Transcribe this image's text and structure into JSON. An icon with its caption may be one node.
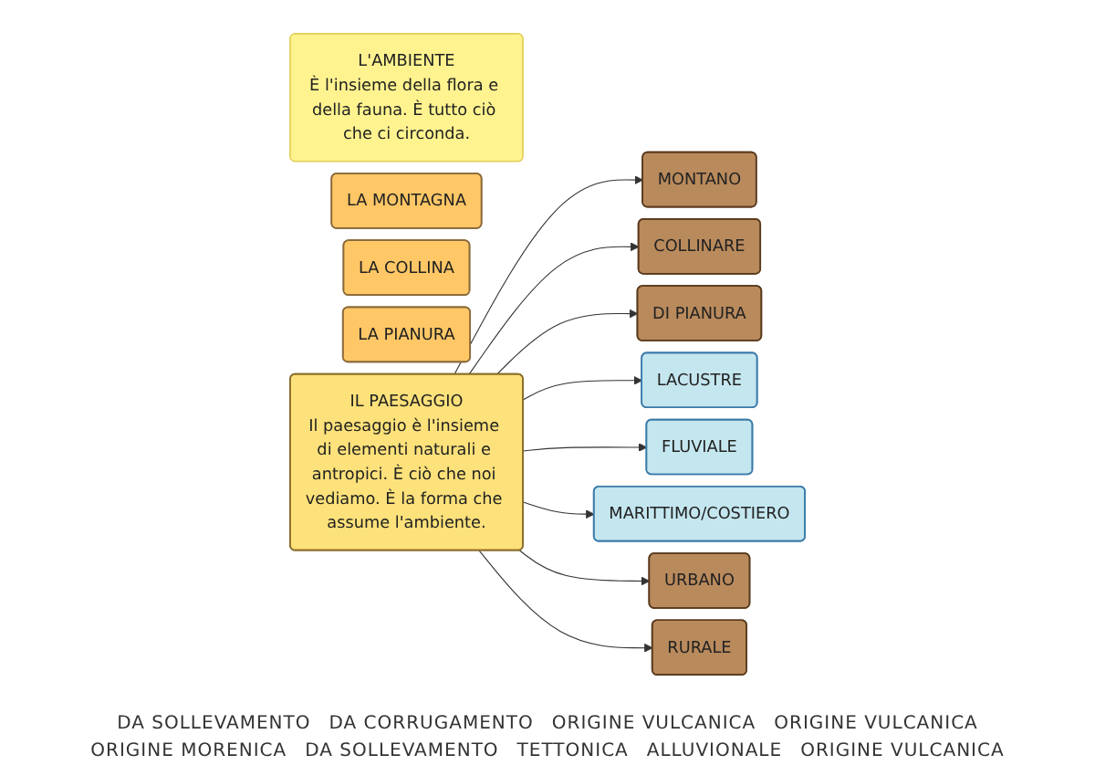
{
  "diagram": {
    "nodes": [
      {
        "text": [
          "IL PAESAGGIO",
          "Il paesaggio è l'insieme di elementi naturali e antropici. È ciò che noi vediamo. È la forma che assume l'ambiente."
        ]
      },
      {
        "text": [
          "MONTANO"
        ]
      },
      {
        "text": [
          "COLLINARE"
        ]
      },
      {
        "text": [
          "DI PIANURA"
        ]
      },
      {
        "text": [
          "LACUSTRE"
        ]
      },
      {
        "text": [
          "FLUVIALE"
        ]
      },
      {
        "text": [
          "MARITTIMO/COSTIERO"
        ]
      },
      {
        "text": [
          "URBANO"
        ]
      },
      {
        "text": [
          "RURALE"
        ]
      },
      {
        "text": [
          "L'AMBIENTE",
          "È l'insieme della flora e della fauna. È tutto ciò che ci circonda."
        ]
      },
      {
        "text": [
          "LA MONTAGNA"
        ]
      },
      {
        "text": [
          "LA COLLINA"
        ]
      },
      {
        "text": [
          "LA PIANURA"
        ]
      }
    ],
    "edges": [
      {
        "from": 0,
        "to": 1,
        "arrow": "to"
      },
      {
        "from": 0,
        "to": 2,
        "arrow": "to"
      },
      {
        "from": 0,
        "to": 3,
        "arrow": "to"
      },
      {
        "from": 0,
        "to": 4,
        "arrow": "to"
      },
      {
        "from": 0,
        "to": 5,
        "arrow": "to"
      },
      {
        "from": 0,
        "to": 6,
        "arrow": "to"
      },
      {
        "from": 0,
        "to": 7,
        "arrow": "to"
      },
      {
        "from": 0,
        "to": 8,
        "arrow": "to"
      }
    ],
    "labels": [
      "DA SOLLEVAMENTO",
      "DA CORRUGAMENTO",
      "ORIGINE VULCANICA",
      "ORIGINE VULCANICA",
      "ORIGINE MORENICA",
      "DA SOLLEVAMENTO",
      "TETTONICA",
      "ALLUVIONALE",
      "ORIGINE VULCANICA"
    ]
  }
}
